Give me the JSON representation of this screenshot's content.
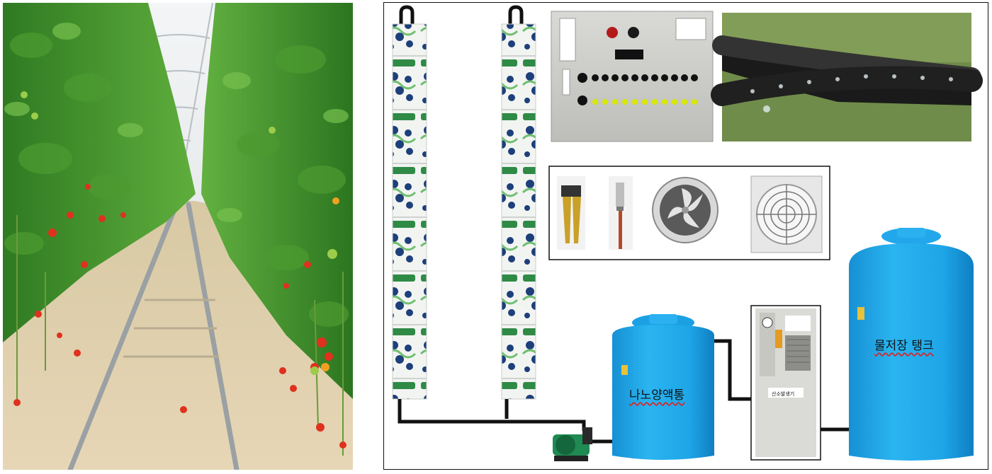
{
  "labels": {
    "nano_tank": "나노양액통",
    "water_tank": "물저장 탱크",
    "ozone_unit": "산소발생기"
  },
  "colors": {
    "tank_blue": "#1ea6e8",
    "pipe": "#111111",
    "leaf_green": "#3f8f2a",
    "sky": "#e8ecef"
  }
}
